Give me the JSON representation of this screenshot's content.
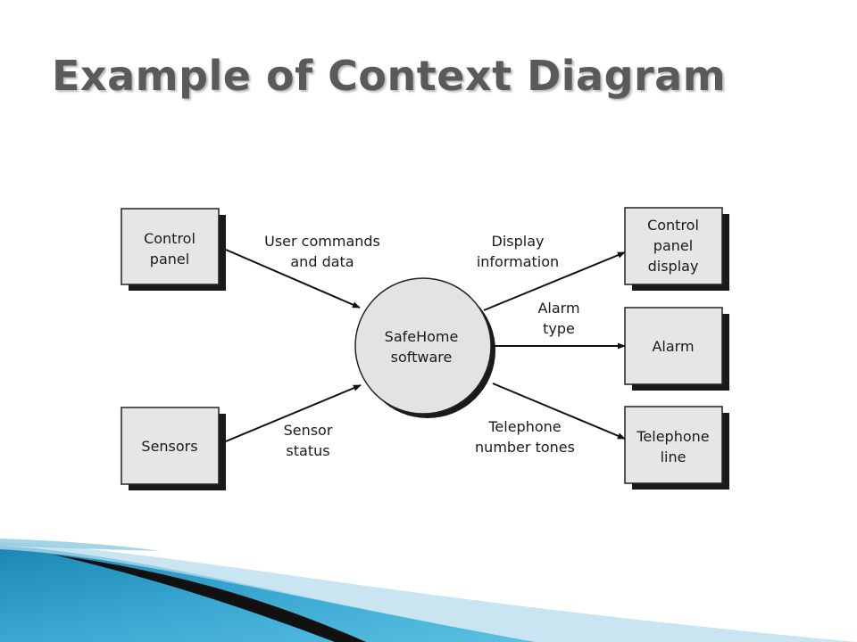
{
  "title": "Example of Context Diagram",
  "colors": {
    "title": "#5a5a5a",
    "entity_fill": "#e6e6e6",
    "process_fill": "#e3e3e3",
    "shadow": "#1a1a1a",
    "swoosh_blue": "#2d9cc6",
    "swoosh_light": "#b5dcec"
  },
  "diagram": {
    "process": {
      "line1": "SafeHome",
      "line2": "software"
    },
    "entities": {
      "control_panel": {
        "line1": "Control",
        "line2": "panel"
      },
      "sensors": {
        "label": "Sensors"
      },
      "control_panel_display": {
        "line1": "Control",
        "line2": "panel",
        "line3": "display"
      },
      "alarm": {
        "label": "Alarm"
      },
      "telephone_line": {
        "line1": "Telephone",
        "line2": "line"
      }
    },
    "flows": {
      "user_commands": {
        "line1": "User commands",
        "line2": "and data"
      },
      "sensor_status": {
        "line1": "Sensor",
        "line2": "status"
      },
      "display_information": {
        "line1": "Display",
        "line2": "information"
      },
      "alarm_type": {
        "line1": "Alarm",
        "line2": "type"
      },
      "telephone_tones": {
        "line1": "Telephone",
        "line2": "number tones"
      }
    }
  }
}
